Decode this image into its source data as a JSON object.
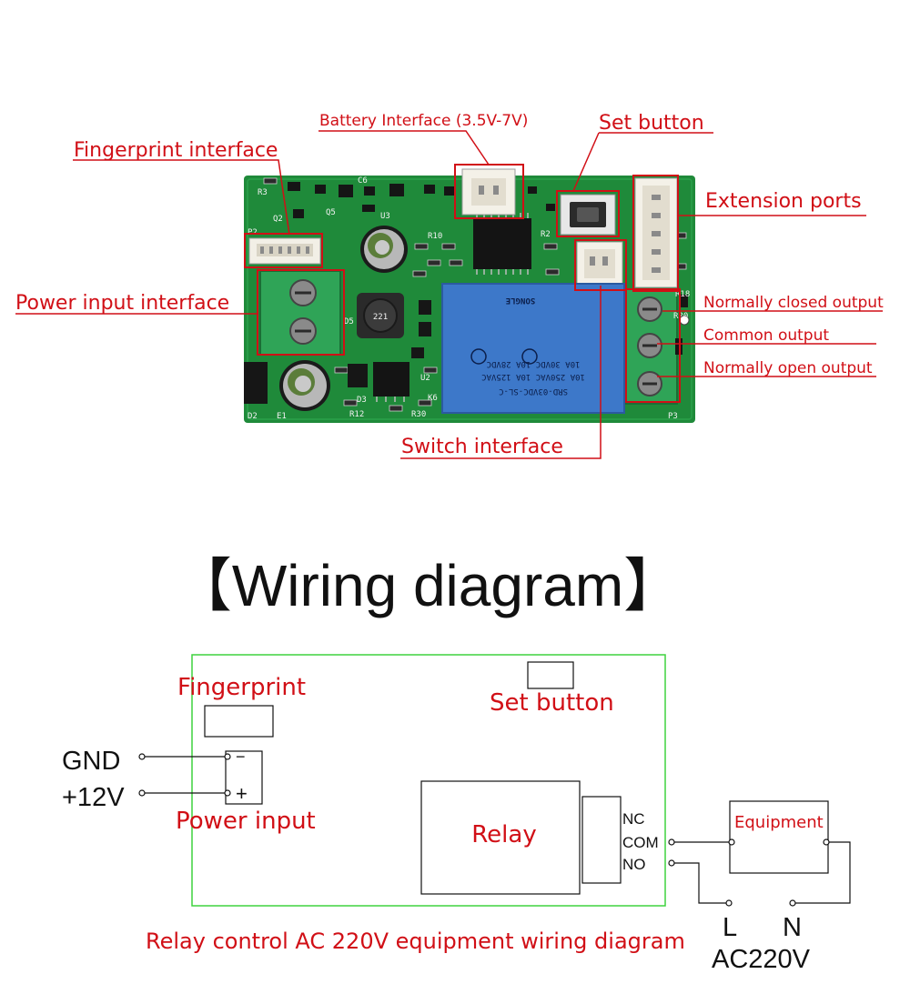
{
  "board_labels": {
    "battery_interface": "Battery Interface (3.5V-7V)",
    "set_button": "Set button",
    "fingerprint_interface": "Fingerprint interface",
    "extension_ports": "Extension ports",
    "power_input_interface": "Power input interface",
    "normally_closed_output": "Normally closed output",
    "common_output": "Common output",
    "normally_open_output": "Normally open output",
    "switch_interface": "Switch interface"
  },
  "pcb_markings": {
    "relay_line1": "SRD-03VDC-SL-C",
    "relay_line2": "10A 250VAC  10A 125VAC",
    "relay_line3": "10A 30VDC   10A 28VDC",
    "relay_brand": "SONGLE",
    "inductor": "221",
    "refs": [
      "R3",
      "Q2",
      "C6",
      "Q5",
      "U3",
      "R10",
      "R2",
      "R18",
      "R20",
      "P3",
      "D2",
      "E1",
      "D3",
      "R12",
      "R30",
      "K6",
      "U2",
      "P2",
      "D5"
    ]
  },
  "wiring": {
    "title": "【Wiring diagram】",
    "fingerprint": "Fingerprint",
    "set_button": "Set button",
    "gnd": "GND",
    "v12": "+12V",
    "minus": "−",
    "plus": "+",
    "power_input": "Power input",
    "relay": "Relay",
    "nc": "NC",
    "com": "COM",
    "no": "NO",
    "equipment": "Equipment",
    "l": "L",
    "n": "N",
    "ac": "AC220V",
    "caption": "Relay control AC 220V equipment wiring diagram"
  },
  "colors": {
    "label_red": "#d10f16",
    "pcb_green": "#1f8a3a",
    "relay_blue": "#3d78c9",
    "board_outline_green": "#3fd23f"
  }
}
